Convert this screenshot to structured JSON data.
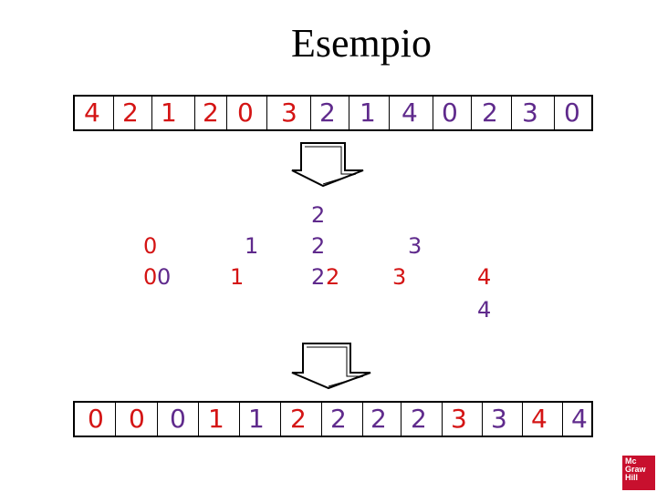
{
  "title": "Esempio",
  "input_array": [
    "4",
    "2",
    "1",
    "2",
    "0",
    "3",
    "2",
    "1",
    "4",
    "0",
    "2",
    "3",
    "0"
  ],
  "output_array": [
    "0",
    "0",
    "0",
    "1",
    "1",
    "2",
    "2",
    "2",
    "2",
    "3",
    "3",
    "4",
    "4"
  ],
  "buckets": {
    "b0": {
      "line1": "0",
      "line2_a": "0",
      "line2_b": "0"
    },
    "b1": {
      "line1": "1",
      "line2": "1"
    },
    "b2": {
      "line0": "2",
      "line1": "2",
      "line2_a": "2",
      "line2_b": "2"
    },
    "b3": {
      "line1": "3",
      "line2": "3"
    },
    "b4": {
      "line1": "4",
      "line2": "4"
    }
  },
  "logo": {
    "line1": "Mc",
    "line2": "Graw",
    "line3": "Hill"
  },
  "colors": {
    "red": "#d41414",
    "purple": "#5f2a8c",
    "logo": "#c8102e"
  }
}
